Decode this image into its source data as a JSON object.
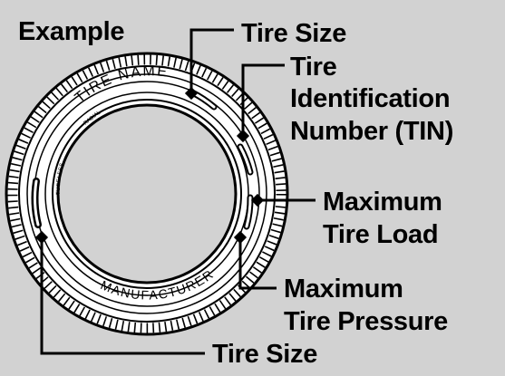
{
  "heading": "Example",
  "tire_text": {
    "name": "TIRE NAME",
    "maker": "MANUFACTURER",
    "tubeless": "TUBELESS",
    "radial": "RADIAL"
  },
  "callouts": {
    "tire_size_top": "Tire Size",
    "tin_line1": "Tire",
    "tin_line2": "Identification",
    "tin_line3": "Number (TIN)",
    "max_load_line1": "Maximum",
    "max_load_line2": "Tire Load",
    "max_pressure_line1": "Maximum",
    "max_pressure_line2": "Tire Pressure",
    "tire_size_bottom": "Tire Size"
  },
  "colors": {
    "background": "#d2d2d2",
    "tire": "#ffffff",
    "ink": "#000000"
  }
}
